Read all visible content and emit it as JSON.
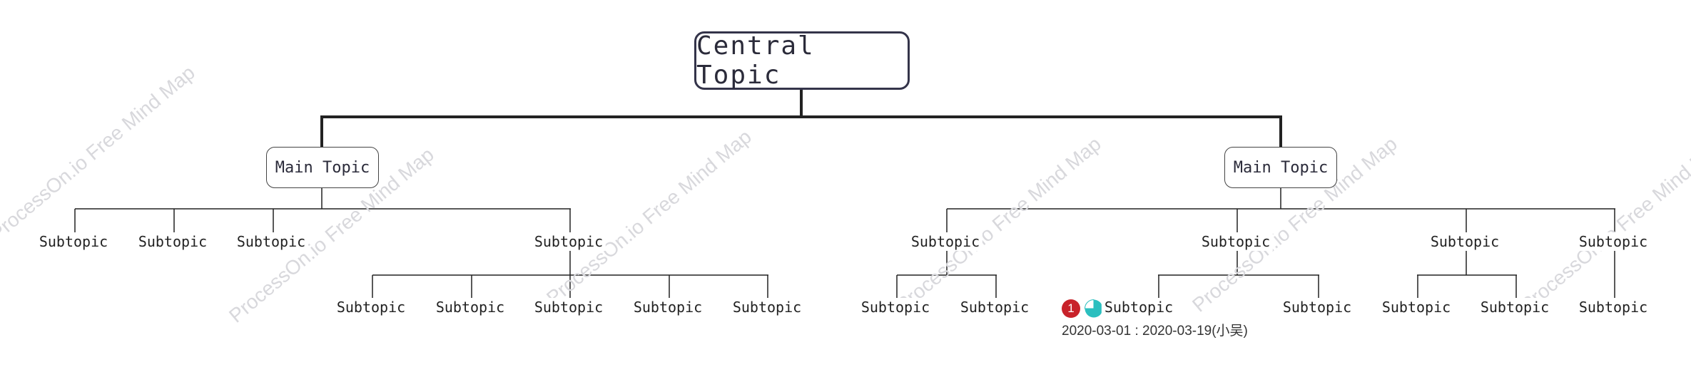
{
  "watermark": "ProcessOn.io Free Mind Map",
  "central_topic": "Central Topic",
  "main_topics": [
    {
      "label": "Main Topic",
      "subtopics": [
        {
          "label": "Subtopic"
        },
        {
          "label": "Subtopic"
        },
        {
          "label": "Subtopic"
        },
        {
          "label": "Subtopic",
          "children": [
            "Subtopic",
            "Subtopic",
            "Subtopic",
            "Subtopic",
            "Subtopic"
          ]
        }
      ]
    },
    {
      "label": "Main Topic",
      "subtopics": [
        {
          "label": "Subtopic",
          "children": [
            "Subtopic",
            "Subtopic"
          ]
        },
        {
          "label": "Subtopic",
          "children": [
            "Subtopic",
            "Subtopic"
          ]
        },
        {
          "label": "Subtopic",
          "children": [
            "Subtopic",
            "Subtopic"
          ]
        },
        {
          "label": "Subtopic",
          "children": [
            "Subtopic"
          ]
        }
      ]
    }
  ],
  "task": {
    "priority": "1",
    "priority_color": "#c8222a",
    "progress_icon": "progress-pie-icon",
    "progress_fraction": 0.75,
    "progress_color": "#2bbfbf",
    "dates": "2020-03-01 : 2020-03-19(小吴)"
  }
}
